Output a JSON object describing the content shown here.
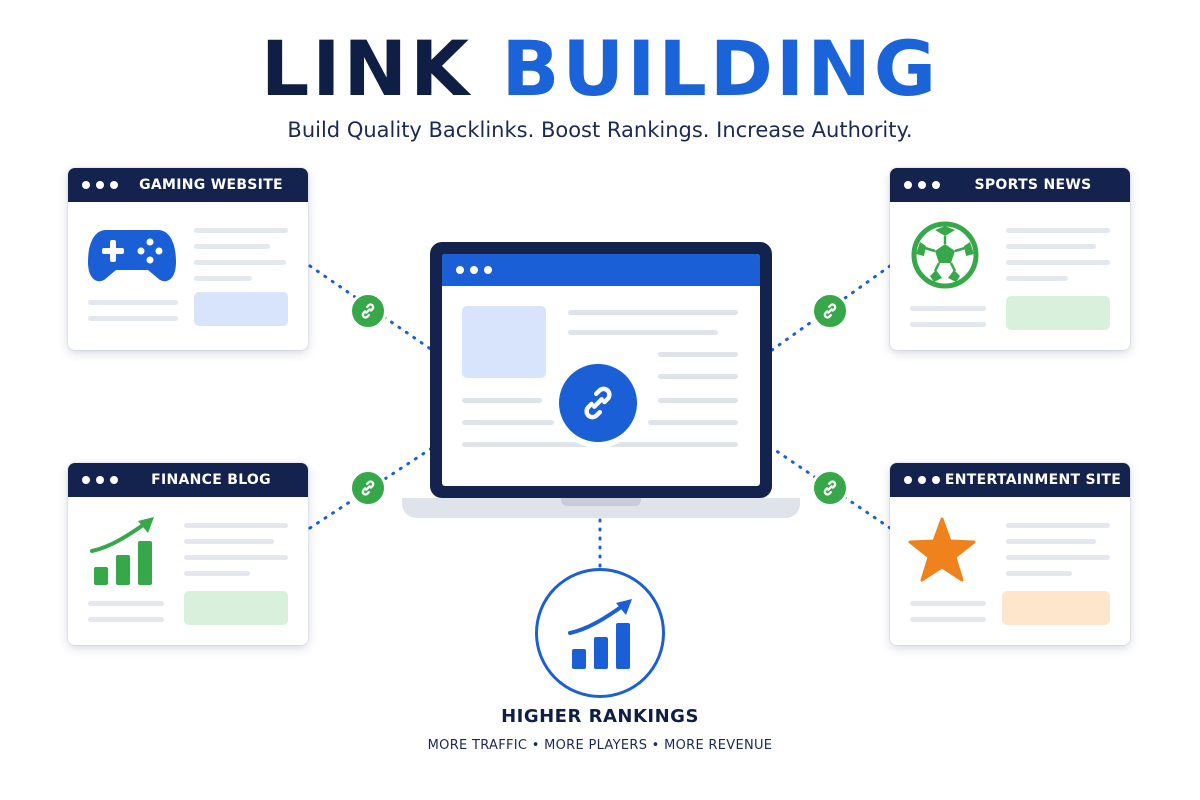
{
  "header": {
    "title_part1": "LINK",
    "title_part2": "BUILDING",
    "subtitle": "Build Quality Backlinks. Boost Rankings. Increase Authority."
  },
  "sites": {
    "gaming": {
      "label": "GAMING WEBSITE",
      "icon": "gamepad-icon"
    },
    "sports": {
      "label": "SPORTS NEWS",
      "icon": "soccer-ball-icon"
    },
    "finance": {
      "label": "FINANCE BLOG",
      "icon": "growth-chart-icon"
    },
    "entertainment": {
      "label": "ENTERTAINMENT SITE",
      "icon": "star-icon"
    }
  },
  "result": {
    "title": "HIGHER RANKINGS",
    "benefits": "MORE TRAFFIC  •  MORE PLAYERS  •  MORE REVENUE",
    "icon": "ranking-chart-icon"
  },
  "colors": {
    "navy": "#14234d",
    "blue": "#1a5fd6",
    "green": "#37a84a",
    "orange": "#f0821e"
  }
}
